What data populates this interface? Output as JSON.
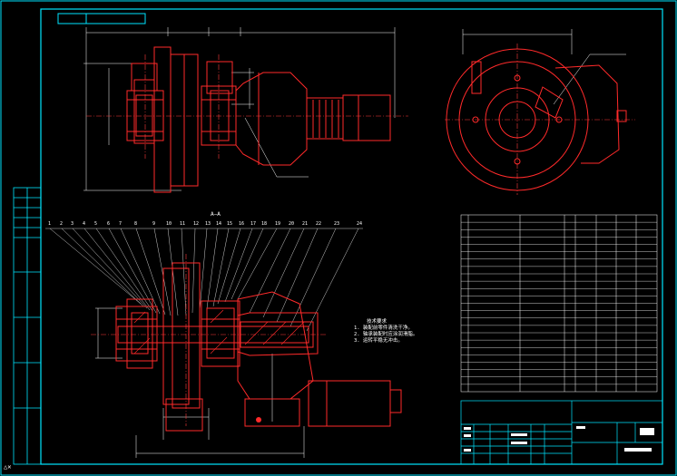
{
  "drawing": {
    "colors": {
      "background": "#000000",
      "frame": "#00e5ff",
      "part": "#ff2a2a",
      "dimension": "#ffffff",
      "center": "#ff3b3b",
      "leader": "#ffffff",
      "table": "#ffffff"
    },
    "section_label": "A—A",
    "leader_numbers": [
      "1",
      "2",
      "3",
      "4",
      "5",
      "6",
      "7",
      "8",
      "9",
      "10",
      "11",
      "12",
      "13",
      "14",
      "15",
      "16",
      "17",
      "18",
      "19",
      "20",
      "21",
      "22",
      "23",
      "24"
    ],
    "tech_notes": {
      "title": "技术要求",
      "lines": [
        "1. 装配前零件清洗干净。",
        "2. 轴承装配时应涂润滑脂。",
        "3. 运转平稳无冲击。"
      ]
    },
    "bom_rows": 24,
    "bom_columns": 5,
    "axis_icon": "ucs-axis-icon"
  }
}
